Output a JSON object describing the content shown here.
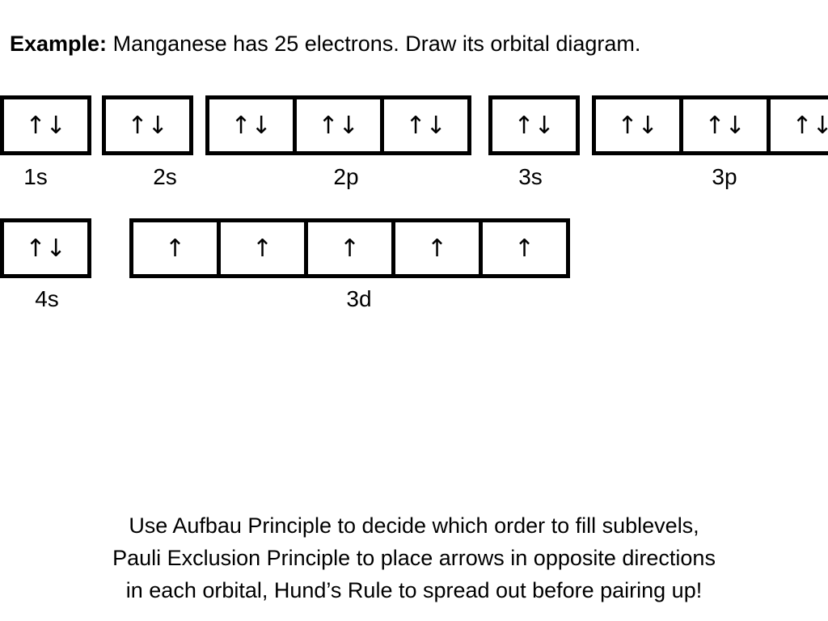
{
  "header": {
    "label": "Example:",
    "text": "Manganese has 25 electrons.  Draw its orbital diagram."
  },
  "orbitals": [
    {
      "label": "1s",
      "boxes": [
        "↑↓"
      ]
    },
    {
      "label": "2s",
      "boxes": [
        "↑↓"
      ]
    },
    {
      "label": "2p",
      "boxes": [
        "↑↓",
        "↑↓",
        "↑↓"
      ]
    },
    {
      "label": "3s",
      "boxes": [
        "↑↓"
      ]
    },
    {
      "label": "3p",
      "boxes": [
        "↑↓",
        "↑↓",
        "↑↓"
      ]
    },
    {
      "label": "4s",
      "boxes": [
        "↑↓"
      ]
    },
    {
      "label": "3d",
      "boxes": [
        "↑",
        "↑",
        "↑",
        "↑",
        "↑"
      ]
    }
  ],
  "footer": {
    "lines": [
      "Use Aufbau Principle to decide which order to fill sublevels,",
      "Pauli Exclusion Principle to place arrows in opposite directions",
      "in each orbital, Hund’s Rule to spread out before pairing up!"
    ]
  }
}
